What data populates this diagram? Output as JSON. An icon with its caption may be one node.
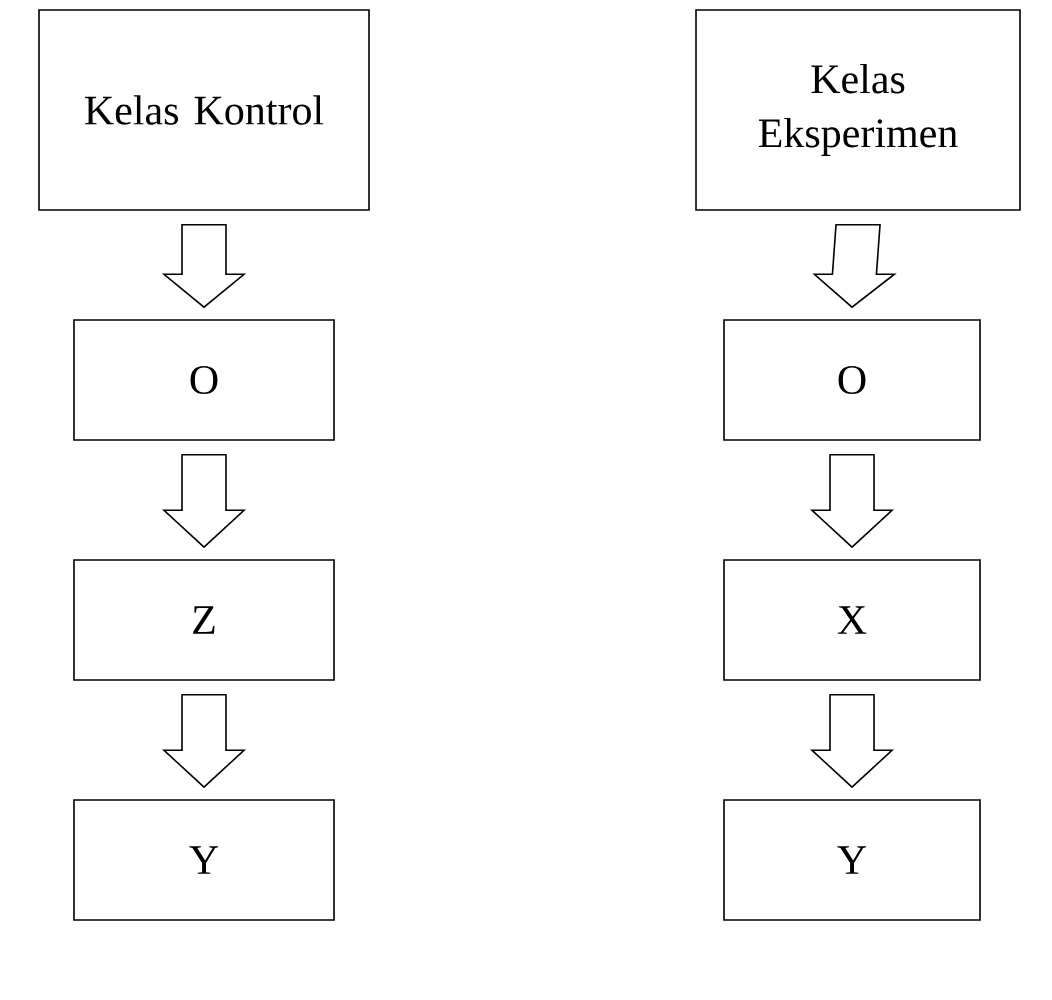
{
  "diagram": {
    "nodes": [
      {
        "text": [
          "Kelas Kontrol"
        ]
      },
      {
        "text": [
          "Kelas Eksperimen"
        ]
      },
      {
        "text": [
          "O"
        ]
      },
      {
        "text": [
          "O"
        ]
      },
      {
        "text": [
          "Z"
        ]
      },
      {
        "text": [
          "X"
        ]
      },
      {
        "text": [
          "Y"
        ]
      },
      {
        "text": [
          "Y"
        ]
      }
    ],
    "edges": [
      {
        "from": 0,
        "to": 2,
        "arrow": "to"
      },
      {
        "from": 2,
        "to": 4,
        "arrow": "to"
      },
      {
        "from": 4,
        "to": 6,
        "arrow": "to"
      },
      {
        "from": 1,
        "to": 3,
        "arrow": "to"
      },
      {
        "from": 3,
        "to": 5,
        "arrow": "to"
      },
      {
        "from": 5,
        "to": 7,
        "arrow": "to"
      }
    ]
  }
}
